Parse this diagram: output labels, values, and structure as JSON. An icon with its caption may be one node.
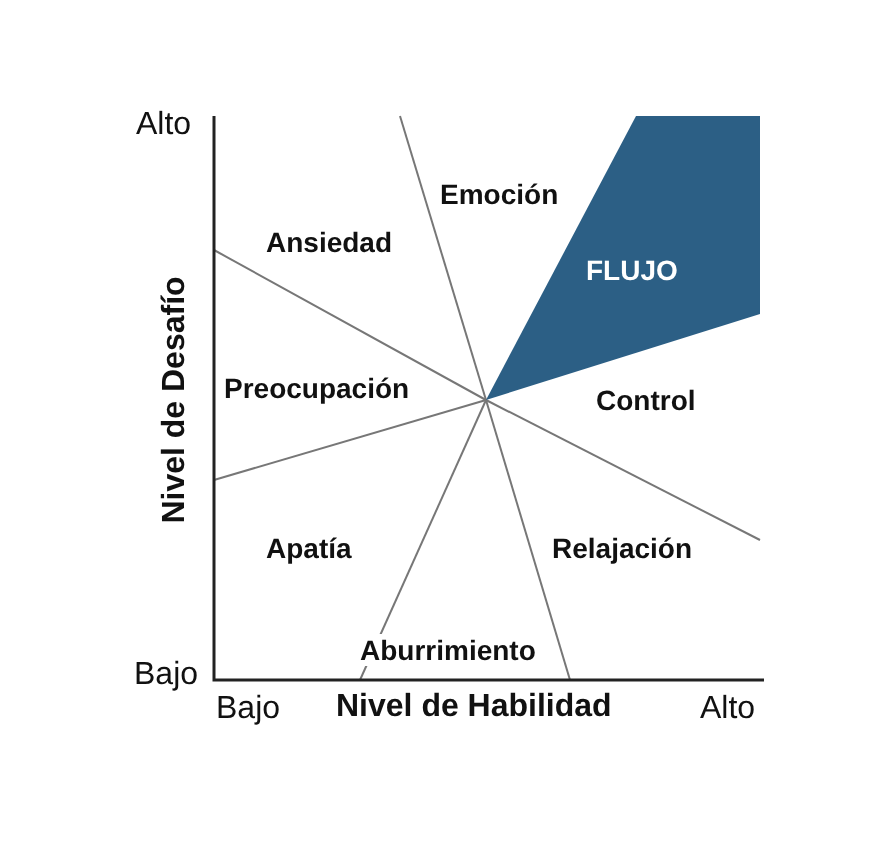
{
  "diagram": {
    "nodes": [
      {
        "text": [
          "FLUJO"
        ]
      }
    ],
    "labels": [
      "Alto",
      "Nivel de Desafío",
      "Emoción",
      "Ansiedad",
      "Preocupación",
      "Control",
      "Apatía",
      "Relajación",
      "Aburrimiento",
      "Bajo",
      "Bajo",
      "Nivel de Habilidad",
      "Alto"
    ]
  }
}
